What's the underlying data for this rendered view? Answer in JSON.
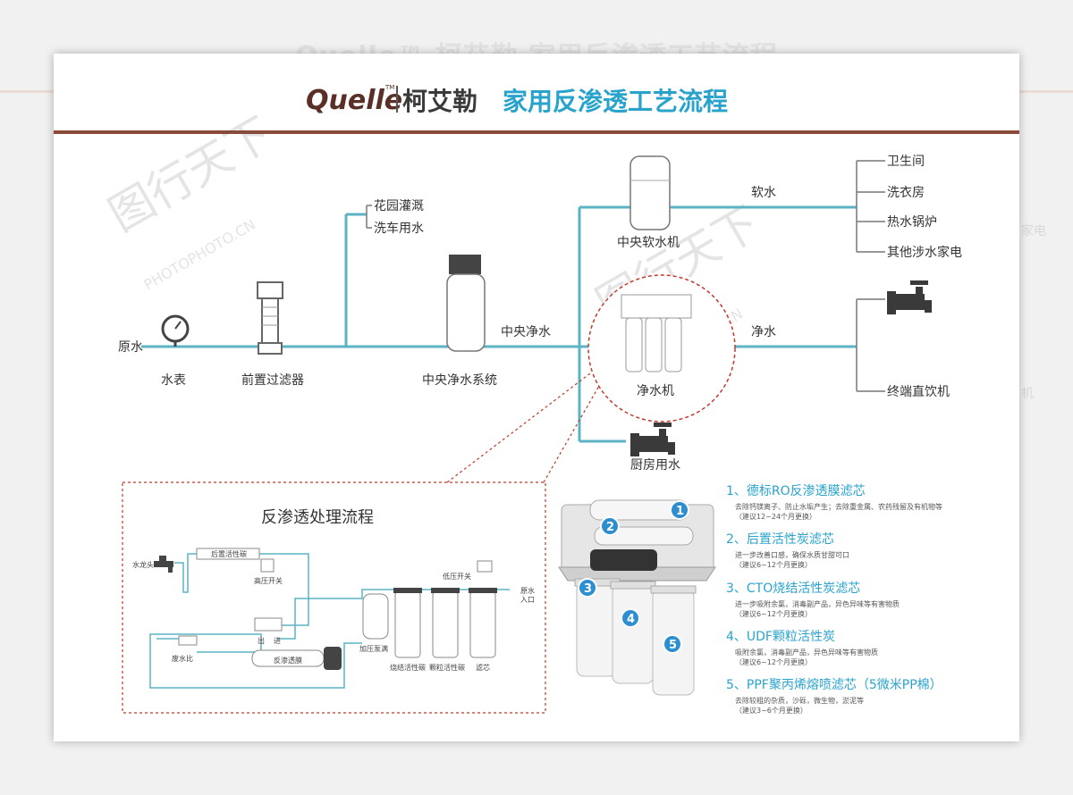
{
  "header": {
    "brand_logo": "Quelle",
    "brand_tm": "TM",
    "brand_cn": "柯艾勒",
    "title": "家用反渗透工艺流程"
  },
  "colors": {
    "pipe": "#5bb3c4",
    "title": "#2aa3cc",
    "rule": "#8b4a3a",
    "accent_red": "#c0392b",
    "badge": "#2e8fd0"
  },
  "watermark": {
    "text": "图行天下",
    "url": "PHOTOPHOTO.CN"
  },
  "flow": {
    "raw_water": "原水",
    "water_meter": "水表",
    "pre_filter": "前置过滤器",
    "garden": "花园灌溉",
    "car_wash": "洗车用水",
    "central_purifier": "中央净水系统",
    "central_pure_water": "中央净水",
    "softener": "中央软水机",
    "soft_water": "软水",
    "bathroom": "卫生间",
    "laundry": "洗衣房",
    "boiler": "热水锅炉",
    "other_appliances": "其他涉水家电",
    "purifier": "净水机",
    "pure_water": "净水",
    "terminal_dispenser": "终端直饮机",
    "kitchen": "厨房用水"
  },
  "ro_process": {
    "title": "反渗透处理流程",
    "faucet": "水龙头",
    "post_carbon": "后置活性碳",
    "hp_switch": "高压开关",
    "lp_switch": "低压开关",
    "raw_inlet_1": "原水",
    "raw_inlet_2": "入口",
    "out": "出",
    "in": "进",
    "waste_ratio": "废水比",
    "ro_membrane": "反渗透膜",
    "pump": "加压泵满",
    "sintered_carbon": "烧结活性碳",
    "granular_carbon": "颗粒活性碳",
    "filter": "滤芯"
  },
  "badges": [
    "1",
    "2",
    "3",
    "4",
    "5"
  ],
  "filters": [
    {
      "title": "1、德标RO反渗透膜滤芯",
      "desc1": "去除钙镁离子、防止水垢产生；去除重金属、农药残留及有机物等",
      "desc2": "（建议12~24个月更换）"
    },
    {
      "title": "2、后置活性炭滤芯",
      "desc1": "进一步改善口感，确保水质甘甜可口",
      "desc2": "（建议6~12个月更换）"
    },
    {
      "title": "3、CTO烧结活性炭滤芯",
      "desc1": "进一步吸附余氯，消毒副产品，异色异味等有害物质",
      "desc2": "（建议6~12个月更换）"
    },
    {
      "title": "4、UDF颗粒活性炭",
      "desc1": "吸附余氯，消毒副产品，异色异味等有害物质",
      "desc2": "（建议6~12个月更换）"
    },
    {
      "title": "5、PPF聚丙烯熔喷滤芯（5微米PP棉）",
      "desc1": "去除较粗的杂质，沙砾，微生物，淤泥等",
      "desc2": "（建议3~6个月更换）"
    }
  ]
}
